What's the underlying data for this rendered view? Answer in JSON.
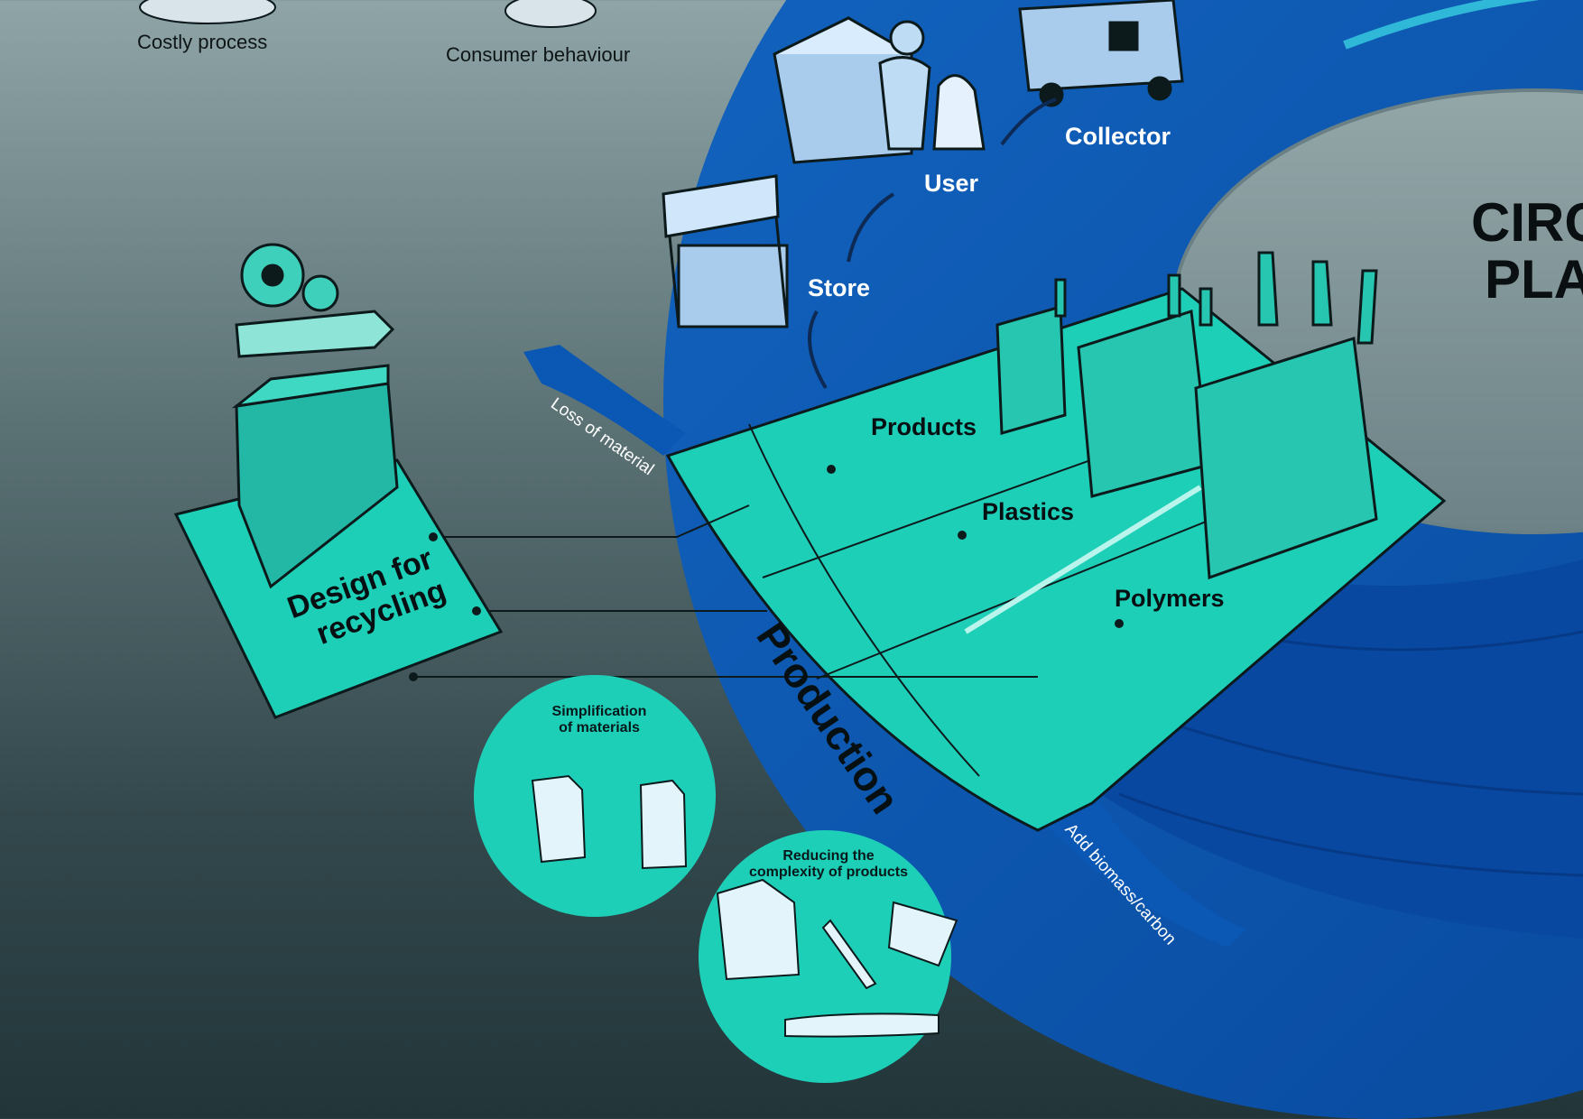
{
  "top_labels": {
    "costly_process": "Costly process",
    "consumer_behaviour": "Consumer behaviour"
  },
  "cycle": {
    "store": "Store",
    "user": "User",
    "collector": "Collector",
    "title_line1": "CIRC",
    "title_line2": "PLAS"
  },
  "flows": {
    "loss_of_material": "Loss of material",
    "add_biomass": "Add biomass/carbon"
  },
  "production": {
    "title": "Production",
    "products": "Products",
    "plastics": "Plastics",
    "polymers": "Polymers"
  },
  "design": {
    "line1": "Design for",
    "line2": "recycling"
  },
  "bubbles": {
    "simplification_line1": "Simplification",
    "simplification_line2": "of materials",
    "reducing_line1": "Reducing the",
    "reducing_line2": "complexity of products"
  },
  "colors": {
    "teal": "#1ecfb8",
    "deep_blue": "#0b4fa8",
    "outline": "#0d1a1c"
  }
}
